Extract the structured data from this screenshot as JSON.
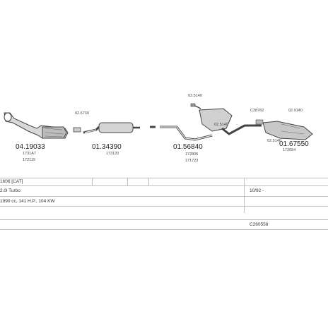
{
  "diagram": {
    "parts": [
      {
        "code": "04.19033",
        "refs": [
          "1731A7",
          "172119"
        ]
      },
      {
        "code": "01.34390",
        "refs": [
          "173120"
        ]
      },
      {
        "code": "01.56840",
        "refs": [
          "172805",
          "171723"
        ]
      },
      {
        "code": "01.67550",
        "refs": [
          "172654"
        ]
      }
    ],
    "labels": {
      "clamp_a": "02.6730",
      "clamp_b": "02.5140",
      "clamp_c": "02.5140",
      "clamp_d": "C28782",
      "clamp_e": "02.9140",
      "clamp_f": "02.5140",
      "dash": "-"
    }
  },
  "table": {
    "model": "1606 [CAT]",
    "engine": "2.0i Turbo",
    "years": "10/92 -",
    "specs": "1990 cc, 141 H.P., 104 KW",
    "kit_code": "C260558"
  }
}
